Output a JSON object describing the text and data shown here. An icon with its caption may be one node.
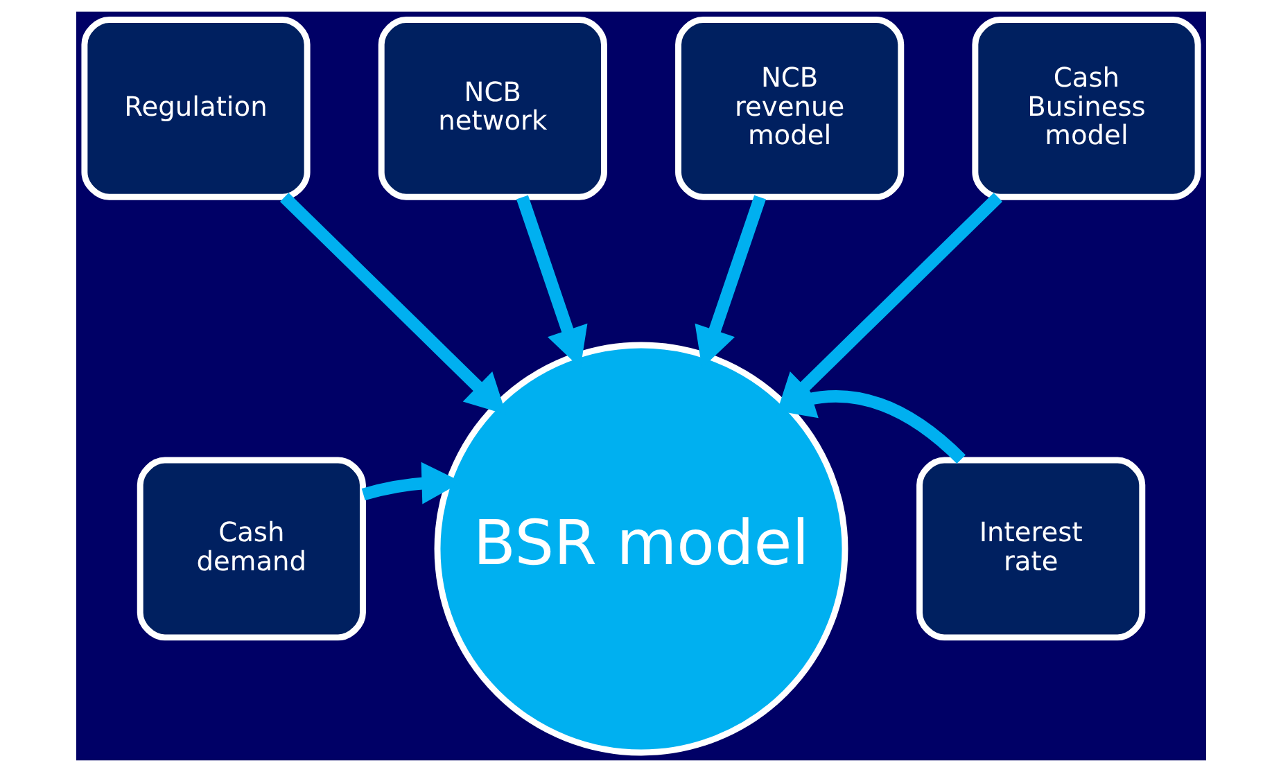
{
  "diagram": {
    "nodes": [
      {
        "text": [
          "BSR model"
        ]
      },
      {
        "text": [
          "Cash demand"
        ]
      },
      {
        "text": [
          "Regulation"
        ]
      },
      {
        "text": [
          "NCB network"
        ]
      },
      {
        "text": [
          "NCB revenue model"
        ]
      },
      {
        "text": [
          "Cash Business model"
        ]
      },
      {
        "text": [
          "Interest rate"
        ]
      }
    ],
    "edges": [
      {
        "from": 1,
        "to": 0,
        "arrow": "to"
      },
      {
        "from": 2,
        "to": 0,
        "arrow": "to"
      },
      {
        "from": 3,
        "to": 0,
        "arrow": "to"
      },
      {
        "from": 4,
        "to": 0,
        "arrow": "to"
      },
      {
        "from": 5,
        "to": 0,
        "arrow": "to"
      },
      {
        "from": 6,
        "to": 0,
        "arrow": "to"
      }
    ]
  }
}
